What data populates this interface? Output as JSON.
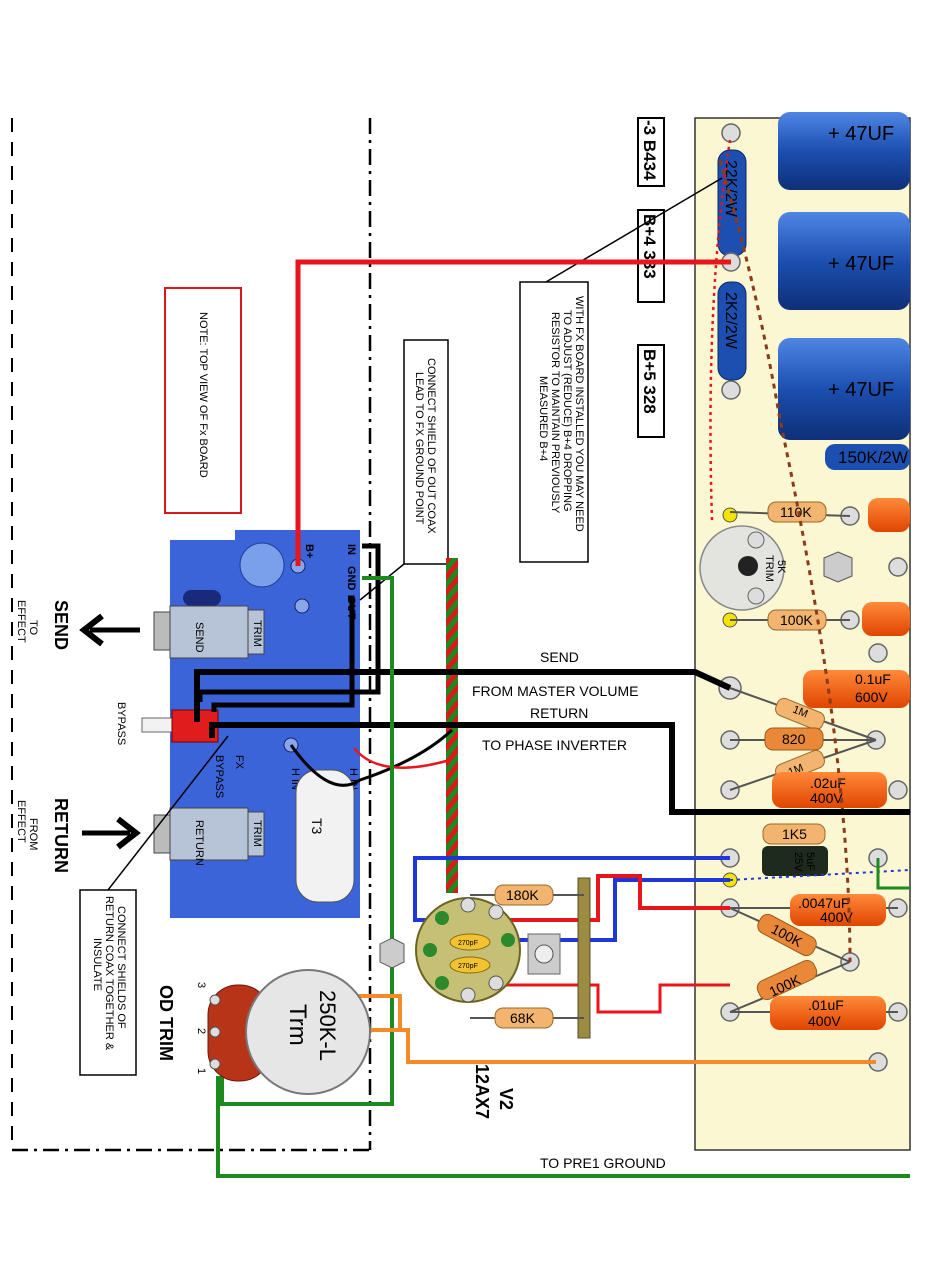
{
  "note": "NOTE:  TOP VIEW OF Fx BOARD",
  "shield_note": [
    "CONNECT SHIELD OF  OUT COAX",
    "LEAD TO FX GROUND POINT"
  ],
  "fx_note": [
    "WITH FX BOARD INSTALLED YOU MAY NEED",
    "TO ADJUST (REDUCE) B+4 DROPPING",
    "RESISTOR TO MAINTAIN PREVIOUSLY",
    "MEASURED B+4"
  ],
  "coax_note": [
    "CONNECT SHIELDS OF",
    "RETURN COAX TOGETHER &",
    "INSULATE"
  ],
  "voltage_boxes": [
    {
      "label": "-3  B434"
    },
    {
      "label": "B+4   333"
    },
    {
      "label": "B+5  328"
    }
  ],
  "send_label": "SEND",
  "send_sub": [
    "TO",
    "EFFECT"
  ],
  "return_label": "RETURN",
  "return_sub": [
    "FROM",
    "EFFECT"
  ],
  "bypass_label": "BYPASS",
  "fx_board": {
    "pins_top": [
      "B+",
      "IN",
      "GND",
      "OUT"
    ],
    "jack_send": "SEND",
    "jack_return": "RETURN",
    "trim": "TRIM",
    "fx_label": "FX",
    "bypass_label": "BYPASS",
    "hin": "H IN",
    "t3": "T3"
  },
  "wire_labels": {
    "send": "SEND",
    "from_master": "FROM MASTER VOLUME",
    "return": "RETURN",
    "to_phase": "TO PHASE INVERTER",
    "to_pre1": "TO PRE1 GROUND"
  },
  "pot": {
    "title": "OD TRIM",
    "text1": "Trm",
    "text2": "250K-L",
    "pins": [
      "3",
      "2",
      "1"
    ]
  },
  "tube": {
    "name": "V2",
    "type": "12AX7"
  },
  "caps_big": [
    "+ 47UF",
    "+ 47UF",
    "+ 47UF"
  ],
  "resistors_blue": [
    "22K/2W",
    "2K2/2W",
    "150K/2W"
  ],
  "trim_pot": {
    "value": "5K",
    "label": "TRIM"
  },
  "components": {
    "r110k": "110K",
    "r100k": "100K",
    "c01_600": [
      "0.1uF",
      "600V"
    ],
    "r1m_a": "1M",
    "r820": "820",
    "r1m_b": "1M",
    "c02_400": [
      ".02uF",
      "400V"
    ],
    "r1k5": "1K5",
    "elec": [
      "25V",
      "5uF"
    ],
    "c0047": [
      ".0047uF",
      "400V"
    ],
    "r100k_b": "100K",
    "r100k_c": "100K",
    "c01_400": [
      ".01uF",
      "400V"
    ],
    "r180k": "180K",
    "r68k": "68K",
    "c270_a": "270pF",
    "c270_b": "270pF"
  },
  "colors": {
    "board_blue": "#3a64d8",
    "wire_red": "#e8161c",
    "wire_black": "#000000",
    "wire_green": "#1c8a1c",
    "wire_orange": "#f58a2a",
    "wire_blue": "#1f37d8",
    "cap_blue": "#1c4fb0",
    "cap_orange": "#ff5a10",
    "resistor_tan": "#f2b46e",
    "board_yellow": "#fbf7d2"
  }
}
